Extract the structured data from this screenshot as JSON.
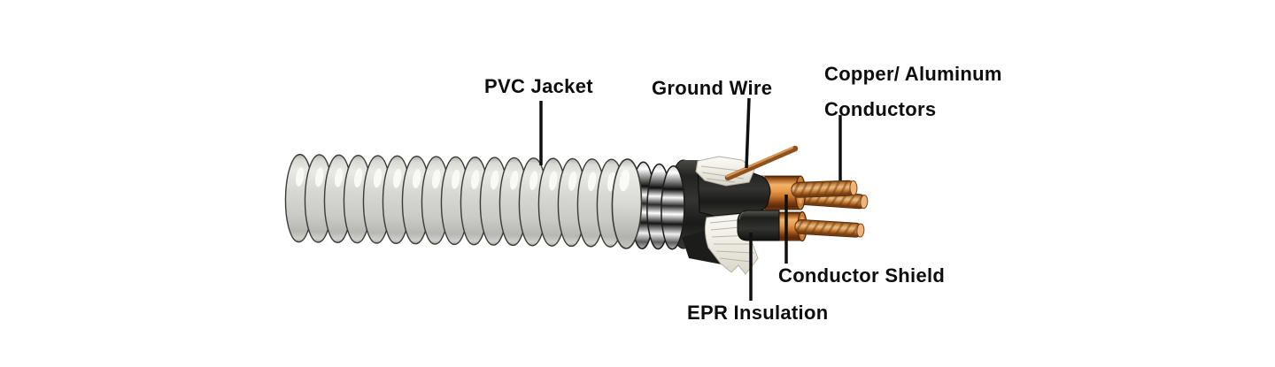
{
  "diagram": {
    "labels": {
      "pvc_jacket": "PVC Jacket",
      "ground_wire": "Ground Wire",
      "conductors_line1": "Copper/ Aluminum",
      "conductors_line2": "Conductors",
      "conductor_shield": "Conductor Shield",
      "epr_insulation": "EPR Insulation"
    },
    "colors": {
      "background": "#ffffff",
      "label_text": "#0d0d0d",
      "leader_line": "#101010",
      "pvc_jacket_gray": "#d6d6d2",
      "jacket_highlight": "#fafaf7",
      "armor_chrome_light": "#f5f5f5",
      "armor_chrome_dark": "#141414",
      "inner_jacket_black": "#2a2a28",
      "filler_white": "#f2efe7",
      "copper_shield": "#e59a4b",
      "copper_strand": "#c98a46",
      "copper_dark": "#6b3a10",
      "epr_insulation_black": "#1e1e1c"
    }
  }
}
